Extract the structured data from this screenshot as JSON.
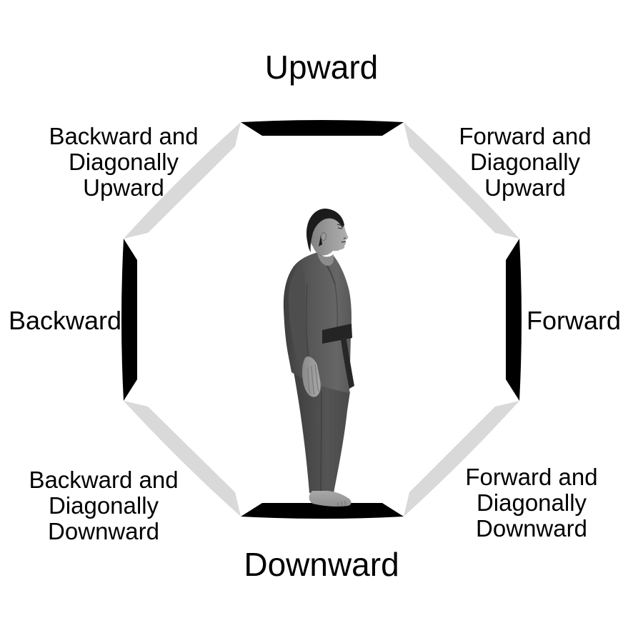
{
  "diagram": {
    "type": "direction-octagon-diagram",
    "figure": "man-standing-side-profile-facing-right",
    "labels": {
      "top": "Upward",
      "bottom": "Downward",
      "right": "Forward",
      "left": "Backward",
      "top_left": [
        "Backward and",
        "Diagonally",
        "Upward"
      ],
      "top_right": [
        "Forward and",
        "Diagonally",
        "Upward"
      ],
      "bottom_left": [
        "Backward and",
        "Diagonally",
        "Downward"
      ],
      "bottom_right": [
        "Forward and",
        "Diagonally",
        "Downward"
      ]
    },
    "colors": {
      "cardinal_segment": "#000000",
      "diagonal_segment": "#d9d9d9",
      "text": "#000000",
      "background": "#ffffff"
    }
  }
}
